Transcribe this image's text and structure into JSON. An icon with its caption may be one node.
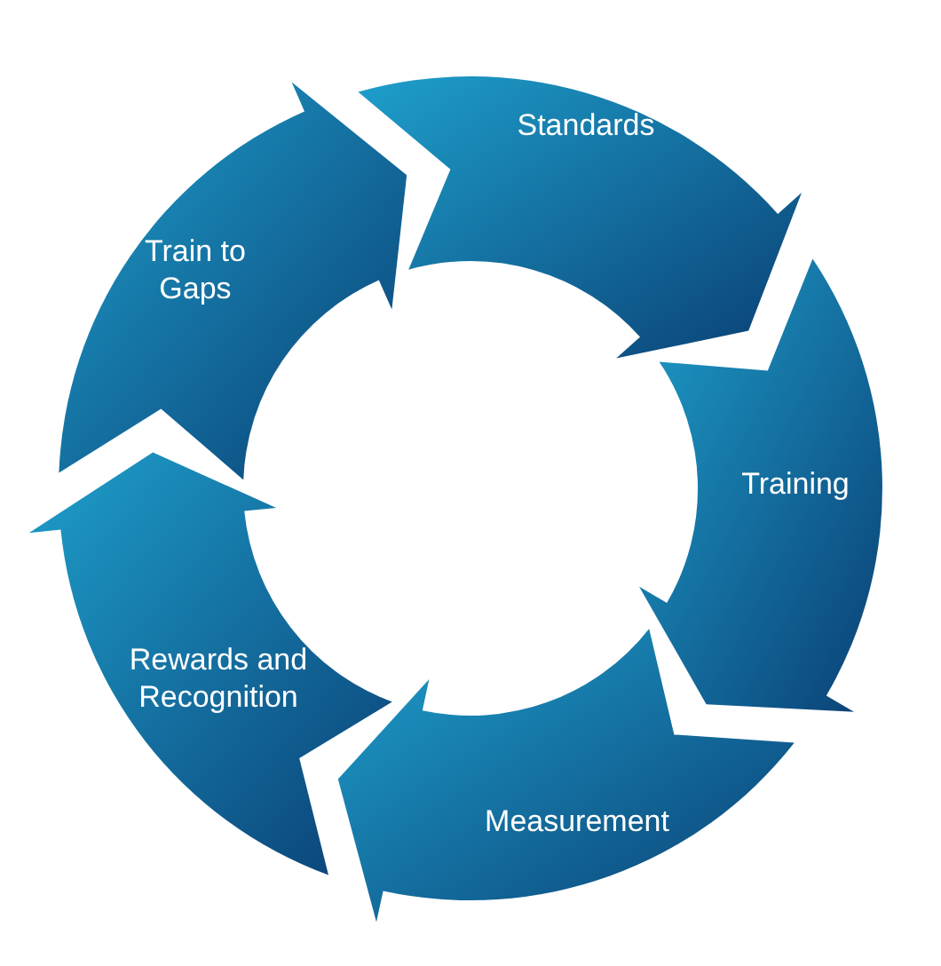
{
  "diagram": {
    "nodes": [
      {
        "text": [
          "Standards"
        ]
      },
      {
        "text": [
          "Training"
        ]
      },
      {
        "text": [
          "Measurement"
        ]
      },
      {
        "text": [
          "Rewards and Recognition"
        ]
      },
      {
        "text": [
          "Train to Gaps"
        ]
      }
    ]
  }
}
